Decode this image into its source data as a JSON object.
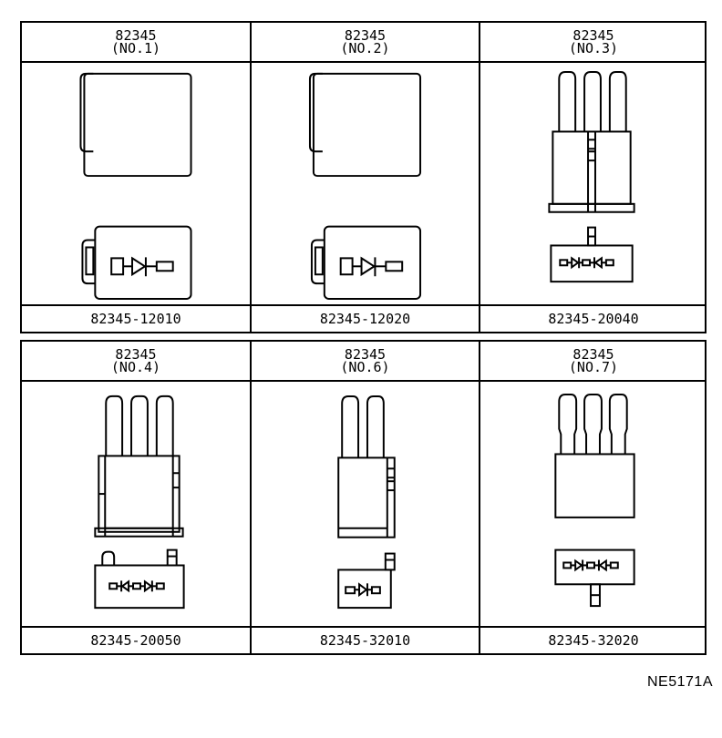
{
  "figure_ref": "NE5171A",
  "tables": [
    {
      "cells": [
        {
          "title": "82345",
          "subtitle": "(NO.1)",
          "part_number": "82345-12010",
          "icon": "relay-block-single-diode-icon"
        },
        {
          "title": "82345",
          "subtitle": "(NO.2)",
          "part_number": "82345-12020",
          "icon": "relay-block-single-diode-icon"
        },
        {
          "title": "82345",
          "subtitle": "(NO.3)",
          "part_number": "82345-20040",
          "icon": "three-pin-connector-dual-diode-icon"
        }
      ]
    },
    {
      "cells": [
        {
          "title": "82345",
          "subtitle": "(NO.4)",
          "part_number": "82345-20050",
          "icon": "three-pin-connector-dual-diode-icon"
        },
        {
          "title": "82345",
          "subtitle": "(NO.6)",
          "part_number": "82345-32010",
          "icon": "two-pin-connector-single-diode-icon"
        },
        {
          "title": "82345",
          "subtitle": "(NO.7)",
          "part_number": "82345-32020",
          "icon": "three-pin-connector-dual-diode-icon"
        }
      ]
    }
  ]
}
